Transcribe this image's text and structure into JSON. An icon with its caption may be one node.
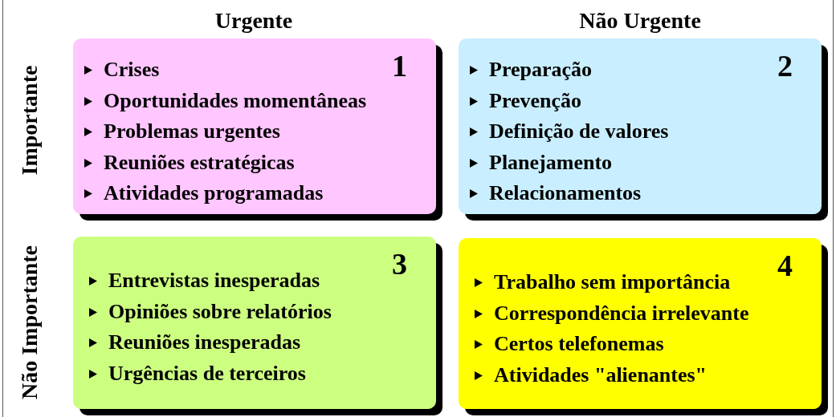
{
  "diagram": {
    "nodes": [
      {
        "text": [
          "1",
          "Crises",
          "Oportunidades momentâneas",
          "Problemas urgentes",
          "Reuniões estratégicas",
          "Atividades programadas"
        ]
      },
      {
        "text": [
          "2",
          "Preparação",
          "Prevenção",
          "Definição de valores",
          "Planejamento",
          "Relacionamentos"
        ]
      },
      {
        "text": [
          "3",
          "Entrevistas inesperadas",
          "Opiniões sobre relatórios",
          "Reuniões inesperadas",
          "Urgências de terceiros"
        ]
      },
      {
        "text": [
          "4",
          "Trabalho sem importância",
          "Correspondência irrelevante",
          "Certos telefonemas",
          "Atividades \"alienantes\""
        ]
      }
    ],
    "edges": [],
    "labels": [
      "Urgente",
      "Não Urgente",
      "Importante",
      "Não Importante"
    ]
  }
}
